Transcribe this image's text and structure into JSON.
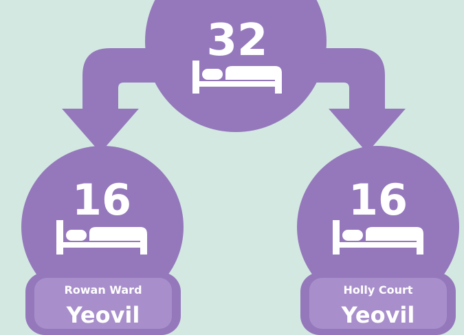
{
  "colors": {
    "background": "#d4e8e2",
    "node": "#9478bb",
    "label_box": "#a88fcb",
    "text": "#ffffff"
  },
  "top_node": {
    "beds": "32",
    "icon": "bed-icon"
  },
  "left_node": {
    "beds": "16",
    "icon": "bed-icon",
    "ward": "Rowan Ward",
    "location": "Yeovil"
  },
  "right_node": {
    "beds": "16",
    "icon": "bed-icon",
    "ward": "Holly Court",
    "location": "Yeovil"
  }
}
